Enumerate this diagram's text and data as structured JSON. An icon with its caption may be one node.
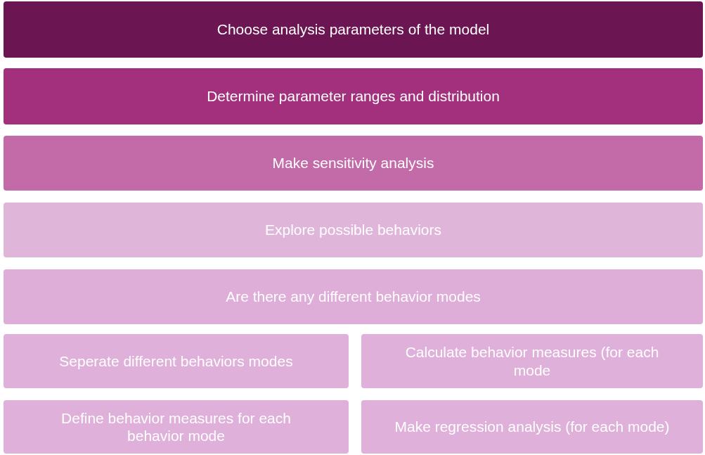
{
  "diagram": {
    "nodes": [
      {
        "text": [
          "Choose analysis parameters of the model"
        ]
      },
      {
        "text": [
          "Determine parameter ranges and distribution"
        ]
      },
      {
        "text": [
          "Make sensitivity analysis"
        ]
      },
      {
        "text": [
          "Explore possible behaviors"
        ]
      },
      {
        "text": [
          "Are there any different behavior modes"
        ]
      },
      {
        "text": [
          "Seperate different behaviors modes"
        ]
      },
      {
        "text": [
          "Calculate behavior measures (for each mode"
        ]
      },
      {
        "text": [
          "Define behavior measures for each behavior mode"
        ]
      },
      {
        "text": [
          "Make regression analysis (for each mode)"
        ]
      }
    ]
  }
}
